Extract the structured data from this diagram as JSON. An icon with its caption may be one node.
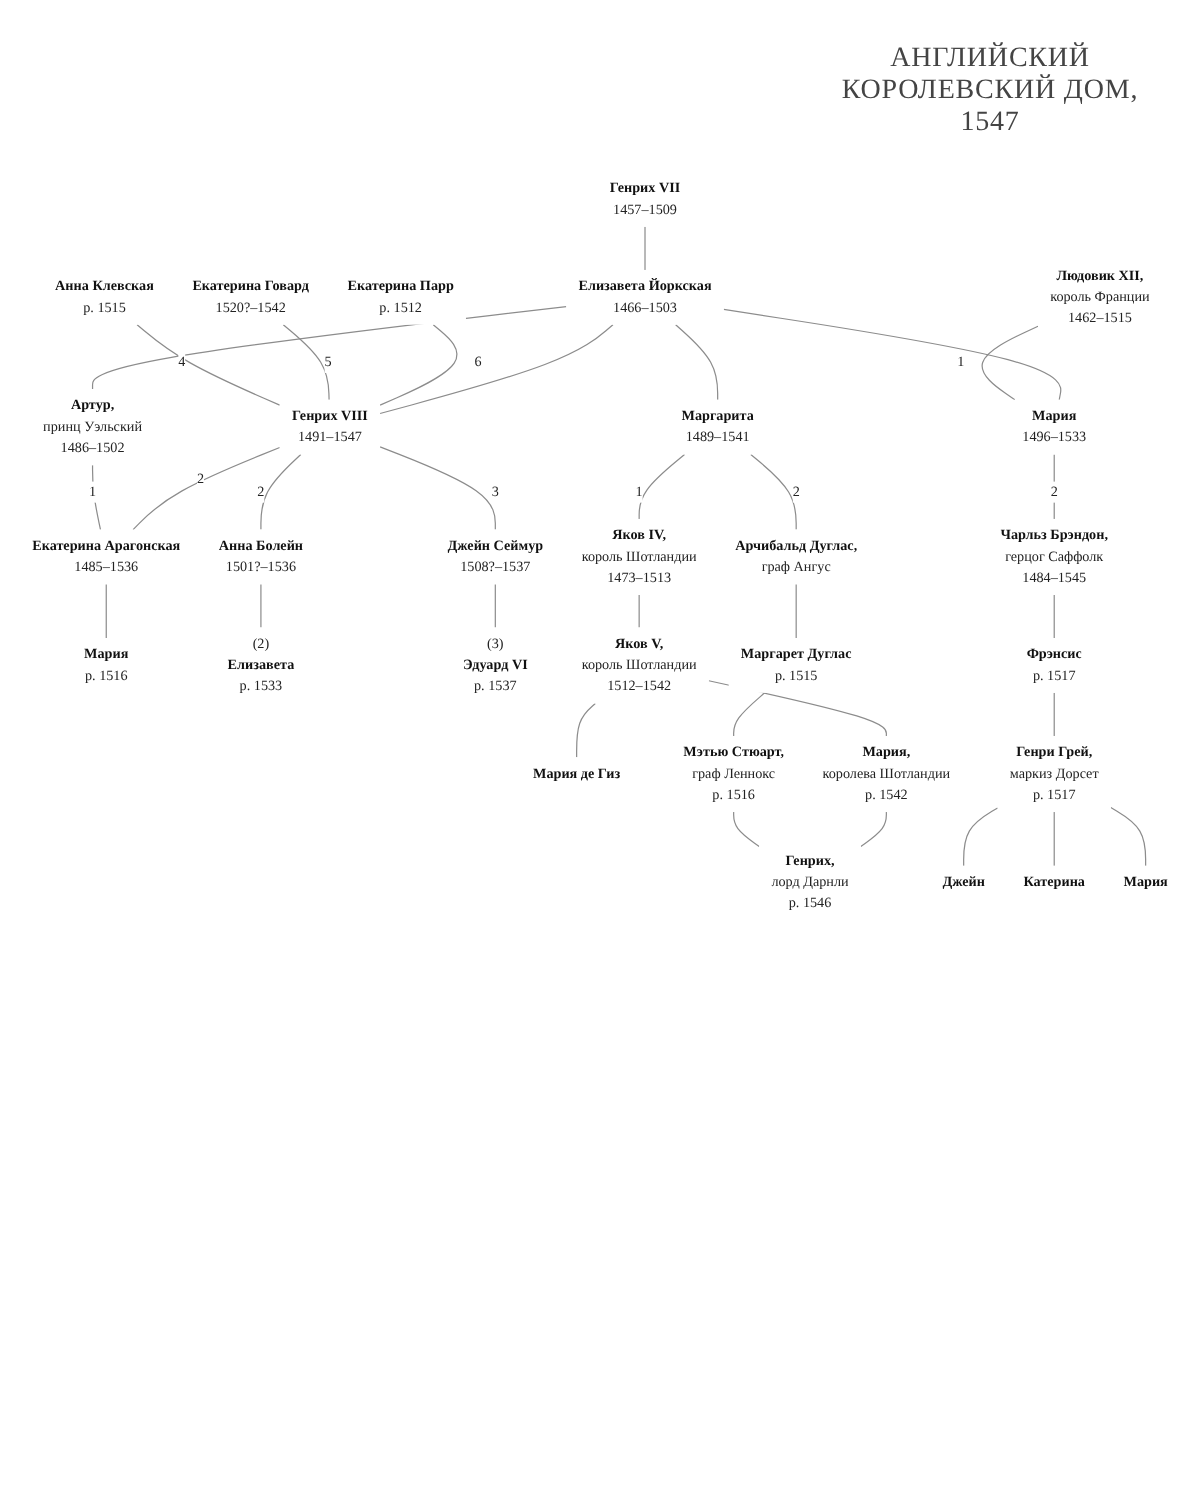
{
  "diagram": {
    "title": "АНГЛИЙСКИЙ КОРОЛЕВСКИЙ ДОМ, 1547",
    "nodes": [
      {
        "text": [
          "Генрих VII",
          "1457–1509"
        ]
      },
      {
        "text": [
          "Елизавета Йоркская",
          "1466–1503"
        ]
      },
      {
        "text": [
          "Артур,",
          "принц Уэльский",
          "1486–1502"
        ]
      },
      {
        "text": [
          "Екатерина Арагонская",
          "1485–1536"
        ]
      },
      {
        "text": [
          "Генрих VIII",
          "1491–1547"
        ]
      },
      {
        "text": [
          "Анна Болейн",
          "1501?–1536"
        ]
      },
      {
        "text": [
          "Маргарита",
          "1489–1541"
        ]
      },
      {
        "text": [
          "Яков IV,",
          "король Шотландии",
          "1473–1513"
        ]
      },
      {
        "text": [
          "Мария",
          "1496–1533"
        ]
      },
      {
        "text": [
          "Людовик XII,",
          "король Франции",
          "1462–1515"
        ]
      },
      {
        "text": [
          "Джейн Сеймур",
          "1508?–1537"
        ]
      },
      {
        "text": [
          "Мария",
          "р. 1516"
        ]
      },
      {
        "text": [
          "Анна Клевская",
          "р. 1515"
        ]
      },
      {
        "text": [
          "Арчибальд Дуглас,",
          "граф Ангус"
        ]
      },
      {
        "text": [
          "Чарльз Брэндон,",
          "герцог Саффолк",
          "1484–1545"
        ]
      },
      {
        "text": [
          "Екатерина Говард",
          "1520?–1542"
        ]
      },
      {
        "text": [
          "(2)",
          "Елизавета",
          "р. 1533"
        ]
      },
      {
        "text": [
          "(3)",
          "Эдуард VI",
          "р. 1537"
        ]
      },
      {
        "text": [
          "Екатерина Парр",
          "р. 1512"
        ]
      },
      {
        "text": [
          "Яков V,",
          "король Шотландии",
          "1512–1542"
        ]
      },
      {
        "text": [
          "Мария де Гиз"
        ]
      },
      {
        "text": [
          "Мэтью Стюарт,",
          "граф Леннокс",
          "р. 1516"
        ]
      },
      {
        "text": [
          "Маргарет Дуглас",
          "р. 1515"
        ]
      },
      {
        "text": [
          "Генри Грей,",
          "маркиз Дорсет",
          "р. 1517"
        ]
      },
      {
        "text": [
          "Фрэнсис",
          "р. 1517"
        ]
      },
      {
        "text": [
          "Мария,",
          "королева Шотландии",
          "р. 1542"
        ]
      },
      {
        "text": [
          "Генрих,",
          "лорд Дарнли",
          "р. 1546"
        ]
      },
      {
        "text": [
          "Джейн"
        ]
      },
      {
        "text": [
          "Катерина"
        ]
      },
      {
        "text": [
          "Мария"
        ]
      }
    ],
    "edges": [
      {
        "from": 0,
        "to": 1,
        "arrow": "none"
      },
      {
        "from": 2,
        "to": 3,
        "arrow": "none",
        "label": "1"
      },
      {
        "from": 4,
        "to": 3,
        "arrow": "none",
        "label": "2"
      },
      {
        "from": 4,
        "to": 5,
        "arrow": "none",
        "label": "2"
      },
      {
        "from": 4,
        "to": 10,
        "arrow": "none",
        "label": "3"
      },
      {
        "from": 12,
        "to": 4,
        "arrow": "none",
        "label": "4"
      },
      {
        "from": 15,
        "to": 4,
        "arrow": "none",
        "label": "5"
      },
      {
        "from": 18,
        "to": 4,
        "arrow": "none",
        "label": "6"
      },
      {
        "from": 6,
        "to": 7,
        "arrow": "none",
        "label": "1"
      },
      {
        "from": 6,
        "to": 13,
        "arrow": "none",
        "label": "2"
      },
      {
        "from": 9,
        "to": 8,
        "arrow": "none",
        "label": "1"
      },
      {
        "from": 8,
        "to": 14,
        "arrow": "none",
        "label": "2"
      },
      {
        "from": 1,
        "to": 2,
        "arrow": "none"
      },
      {
        "from": 1,
        "to": 4,
        "arrow": "none"
      },
      {
        "from": 1,
        "to": 6,
        "arrow": "none"
      },
      {
        "from": 1,
        "to": 8,
        "arrow": "none"
      },
      {
        "from": 3,
        "to": 11,
        "arrow": "none"
      },
      {
        "from": 5,
        "to": 16,
        "arrow": "none"
      },
      {
        "from": 10,
        "to": 17,
        "arrow": "none"
      },
      {
        "from": 7,
        "to": 19,
        "arrow": "none"
      },
      {
        "from": 13,
        "to": 22,
        "arrow": "none"
      },
      {
        "from": 14,
        "to": 24,
        "arrow": "none"
      },
      {
        "from": 19,
        "to": 20,
        "arrow": "none"
      },
      {
        "from": 19,
        "to": 25,
        "arrow": "none"
      },
      {
        "from": 22,
        "to": 21,
        "arrow": "none"
      },
      {
        "from": 24,
        "to": 23,
        "arrow": "none"
      },
      {
        "from": 21,
        "to": 26,
        "arrow": "none"
      },
      {
        "from": 25,
        "to": 26,
        "arrow": "none"
      },
      {
        "from": 23,
        "to": 27,
        "arrow": "none"
      },
      {
        "from": 23,
        "to": 28,
        "arrow": "none"
      },
      {
        "from": 23,
        "to": 29,
        "arrow": "none"
      }
    ]
  }
}
